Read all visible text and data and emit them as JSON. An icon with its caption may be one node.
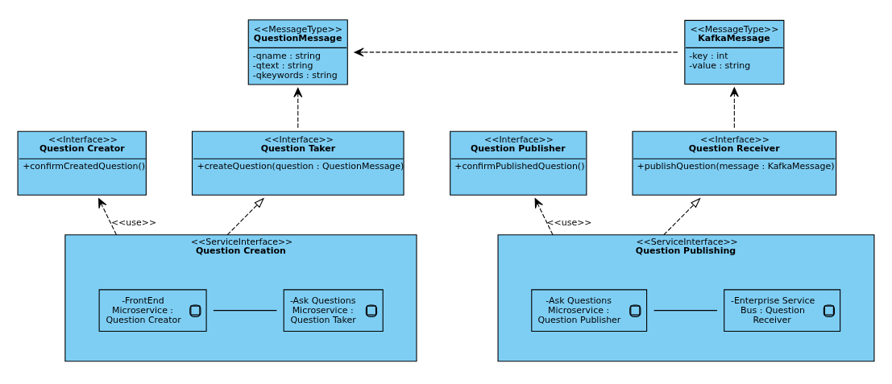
{
  "diagram": {
    "nodes": [
      {
        "text": [
          "<<MessageType>>",
          "QuestionMessage",
          "-qname : string",
          "-qtext : string",
          "-qkeywords : string"
        ]
      },
      {
        "text": [
          "<<MessageType>>",
          "KafkaMessage",
          "-key : int",
          "-value : string"
        ]
      },
      {
        "text": [
          "<<Interface>>",
          "Question Creator",
          "+confirmCreatedQuestion()"
        ]
      },
      {
        "text": [
          "<<Interface>>",
          "Question Taker",
          "+createQuestion(question : QuestionMessage)"
        ]
      },
      {
        "text": [
          "<<Interface>>",
          "Question Publisher",
          "+confirmPublishedQuestion()"
        ]
      },
      {
        "text": [
          "<<Interface>>",
          "Question Receiver",
          "+publishQuestion(message : KafkaMessage)"
        ]
      },
      {
        "text": [
          "<<ServiceInterface>>",
          "Question Creation"
        ]
      },
      {
        "text": [
          "-FrontEnd Microservice : Question Creator"
        ],
        "in": 6
      },
      {
        "text": [
          "-Ask Questions Microservice : Question Taker"
        ],
        "in": 6
      },
      {
        "text": [
          "<<ServiceInterface>>",
          "Question Publishing"
        ]
      },
      {
        "text": [
          "-Ask Questions Microservice : Question Publisher"
        ],
        "in": 9
      },
      {
        "text": [
          "-Enterprise Service Bus : Question Receiver"
        ],
        "in": 9
      }
    ],
    "edges": [
      {
        "from": 3,
        "to": 0,
        "arrow": "to",
        "style": "dashed"
      },
      {
        "from": 1,
        "to": 0,
        "arrow": "to",
        "style": "dashed"
      },
      {
        "from": 5,
        "to": 1,
        "arrow": "to",
        "style": "dashed"
      },
      {
        "from": 6,
        "to": 2,
        "arrow": "to",
        "style": "dashed",
        "label": "<<use>>"
      },
      {
        "from": 6,
        "to": 3,
        "arrow": "to",
        "style": "dashed"
      },
      {
        "from": 9,
        "to": 4,
        "arrow": "to",
        "style": "dashed",
        "label": "<<use>>"
      },
      {
        "from": 9,
        "to": 5,
        "arrow": "to",
        "style": "dashed"
      },
      {
        "from": 7,
        "to": 8,
        "arrow": "none"
      },
      {
        "from": 10,
        "to": 11,
        "arrow": "none"
      }
    ]
  }
}
